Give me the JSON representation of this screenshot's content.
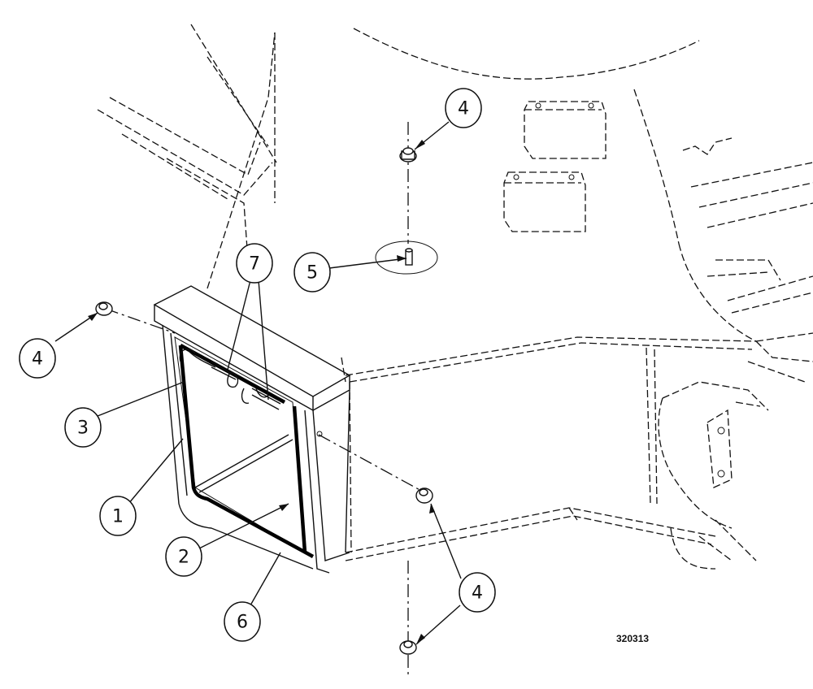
{
  "diagram": {
    "figure_number": "320313",
    "callouts": [
      {
        "id": "callout-4-top",
        "label": "4"
      },
      {
        "id": "callout-5",
        "label": "5"
      },
      {
        "id": "callout-7",
        "label": "7"
      },
      {
        "id": "callout-4-left",
        "label": "4"
      },
      {
        "id": "callout-3",
        "label": "3"
      },
      {
        "id": "callout-1",
        "label": "1"
      },
      {
        "id": "callout-2",
        "label": "2"
      },
      {
        "id": "callout-6",
        "label": "6"
      },
      {
        "id": "callout-4-bottom",
        "label": "4"
      }
    ],
    "parts": {
      "nut": "flange-nut",
      "stud": "stud",
      "frame": "battery-box-frame",
      "seal": "seal",
      "latch": "latch"
    }
  }
}
